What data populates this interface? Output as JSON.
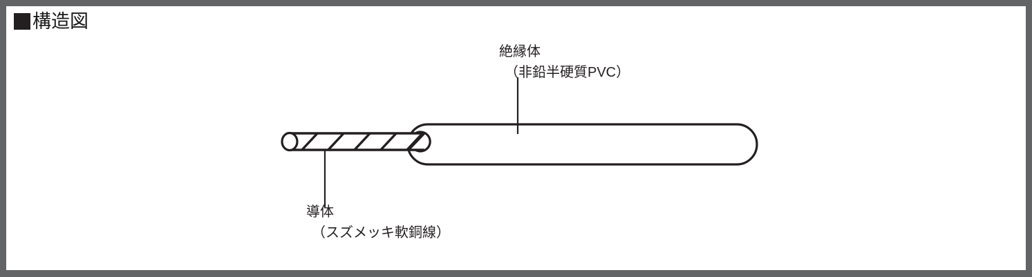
{
  "figure": {
    "title_marker": "■",
    "title": "構造図",
    "type": "cable cross-section structure diagram",
    "frame_color": "#636466",
    "line_color": "#231f20",
    "background_color": "#ffffff"
  },
  "labels": {
    "insulator": {
      "name": "絶縁体",
      "material": "（非鉛半硬質PVC）",
      "leader": "vertical leader line from label down to insulation body"
    },
    "conductor": {
      "name": "導体",
      "material": "（スズメッキ軟銅線）",
      "leader": "vertical leader line from conductor body down to label"
    }
  },
  "drawing": {
    "conductor_shape": "hatched rounded tube with elliptical end cap",
    "insulation_shape": "rounded-end thick tube sheath",
    "hatch_count": 5
  }
}
